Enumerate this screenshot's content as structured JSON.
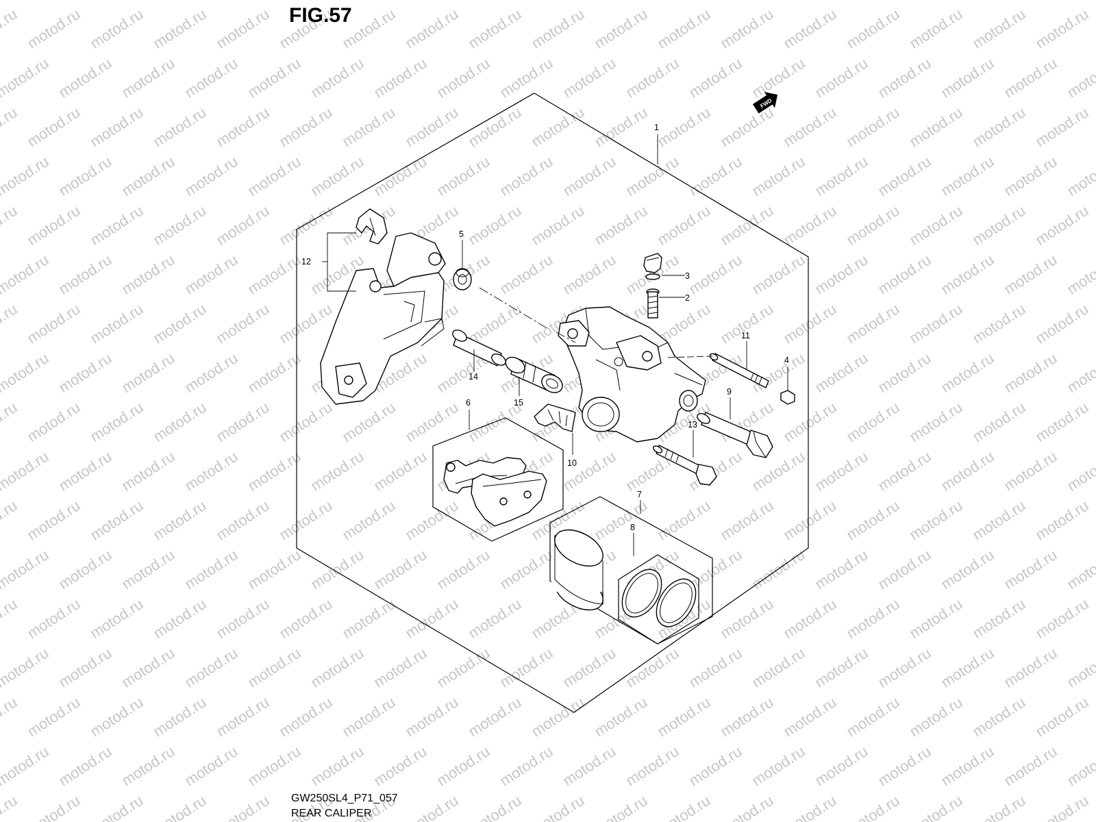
{
  "figure": {
    "title": "FIG.57",
    "code": "GW250SL4_P71_057",
    "name": "REAR CALIPER"
  },
  "watermark": "motod.ru",
  "fwd_label": "FWD",
  "callouts": [
    "1",
    "2",
    "3",
    "4",
    "5",
    "6",
    "7",
    "8",
    "9",
    "10",
    "11",
    "12",
    "13",
    "14",
    "15"
  ]
}
